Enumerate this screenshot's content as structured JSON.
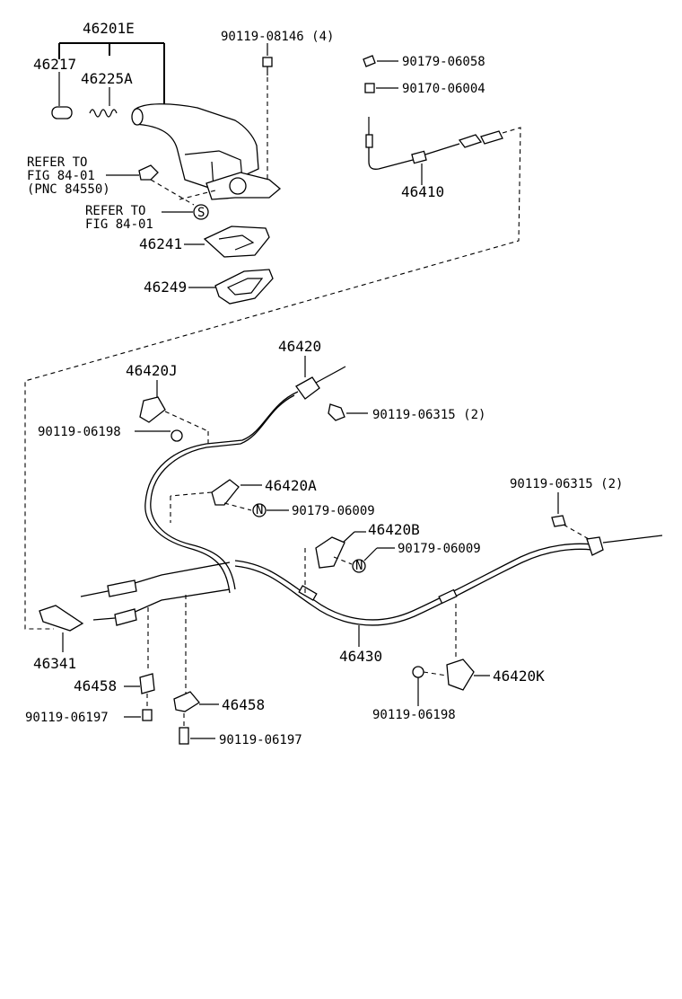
{
  "labels": {
    "p46201E": "46201E",
    "p46217": "46217",
    "p46225A": "46225A",
    "refer1_line1": "REFER TO",
    "refer1_line2": "FIG 84-01",
    "refer1_line3": "(PNC 84550)",
    "refer2_line1": "REFER TO",
    "refer2_line2": "FIG 84-01",
    "p46241": "46241",
    "p46249": "46249",
    "b90119_08146": "90119-08146 (4)",
    "n90179_06058": "90179-06058",
    "n90170_06004": "90170-06004",
    "p46410": "46410",
    "p46420": "46420",
    "p46420J": "46420J",
    "b90119_06198_top": "90119-06198",
    "b90119_06315_top": "90119-06315 (2)",
    "p46420A": "46420A",
    "n90179_06009_a": "90179-06009",
    "b90119_06315_right": "90119-06315 (2)",
    "p46420B": "46420B",
    "n90179_06009_b": "90179-06009",
    "p46341": "46341",
    "p46430": "46430",
    "p46420K": "46420K",
    "p46458_left": "46458",
    "b90119_06197_left": "90119-06197",
    "p46458_right": "46458",
    "b90119_06197_bottom": "90119-06197",
    "b90119_06198_bottom": "90119-06198",
    "symbol_s": "S",
    "symbol_n1": "N",
    "symbol_n2": "N"
  }
}
